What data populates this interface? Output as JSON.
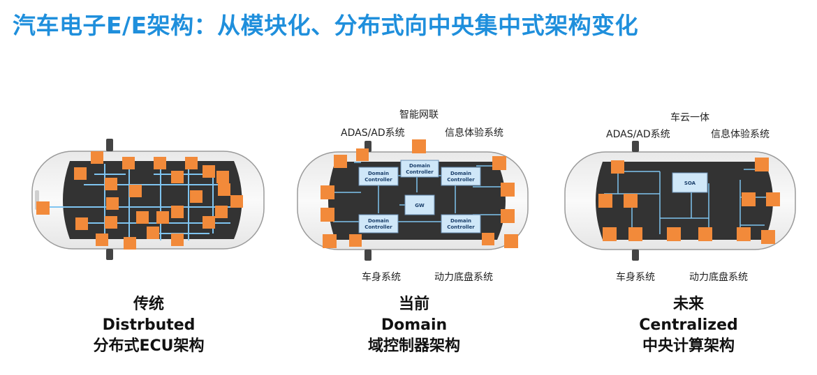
{
  "title": "汽车电子E/E架构：从模块化、分布式向中央集中式架构变化",
  "colors": {
    "title": "#1f8fdc",
    "ecu": "#f28a3a",
    "bus": "#7fc4f0",
    "controller": "#cfe7f8"
  },
  "panels": [
    {
      "caption": [
        "传统",
        "Distrbuted",
        "分布式ECU架构"
      ],
      "labels": {}
    },
    {
      "caption": [
        "当前",
        "Domain",
        "域控制器架构"
      ],
      "labels": {
        "top": "智能网联",
        "left_top": "ADAS/AD系统",
        "right_top": "信息体验系统",
        "left_bottom": "车身系统",
        "right_bottom": "动力底盘系统"
      },
      "blocks": {
        "domain_label": [
          "Domain",
          "Controller"
        ],
        "gateway": "GW"
      }
    },
    {
      "caption": [
        "未来",
        "Centralized",
        "中央计算架构"
      ],
      "labels": {
        "top": "车云一体",
        "left_top": "ADAS/AD系统",
        "right_top": "信息体验系统",
        "left_bottom": "车身系统",
        "right_bottom": "动力底盘系统"
      },
      "blocks": {
        "central": "SOA"
      }
    }
  ]
}
